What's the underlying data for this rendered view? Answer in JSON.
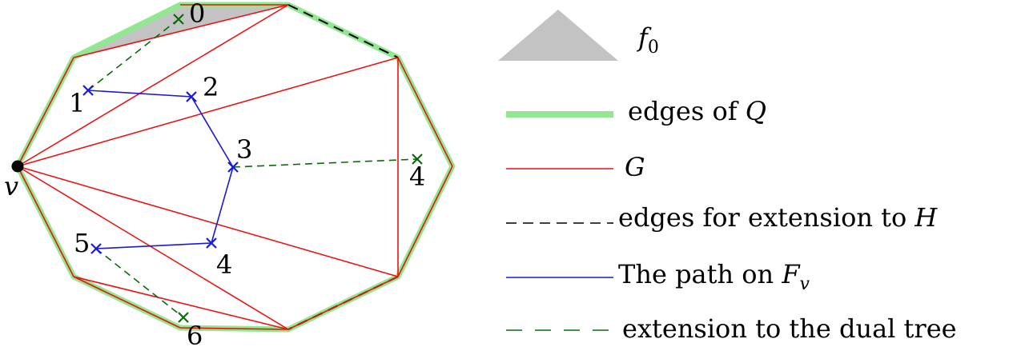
{
  "colors": {
    "face_fill": "#c3c3c3",
    "q_edge": "#90e890",
    "g_edge": "#ee1111",
    "extension_edge": "#000000",
    "path": "#1a1ad8",
    "dual_extension": "#0c6a0c",
    "vertex": "#000000"
  },
  "vertex_label": "v",
  "path_nodes": [
    "1",
    "2",
    "3",
    "4",
    "5"
  ],
  "dual_extension_nodes": [
    "0",
    "4",
    "6"
  ],
  "legend": {
    "face": {
      "name": "f",
      "sub": "0"
    },
    "q_edges": {
      "prefix": "edges of ",
      "symbol": "Q"
    },
    "g": {
      "symbol": "G"
    },
    "extension": {
      "prefix": "edges for extension to ",
      "symbol": "H"
    },
    "path": {
      "prefix": "The path on ",
      "symbol": "F",
      "sub": "v"
    },
    "dual": {
      "text": "extension to the dual tree"
    }
  }
}
